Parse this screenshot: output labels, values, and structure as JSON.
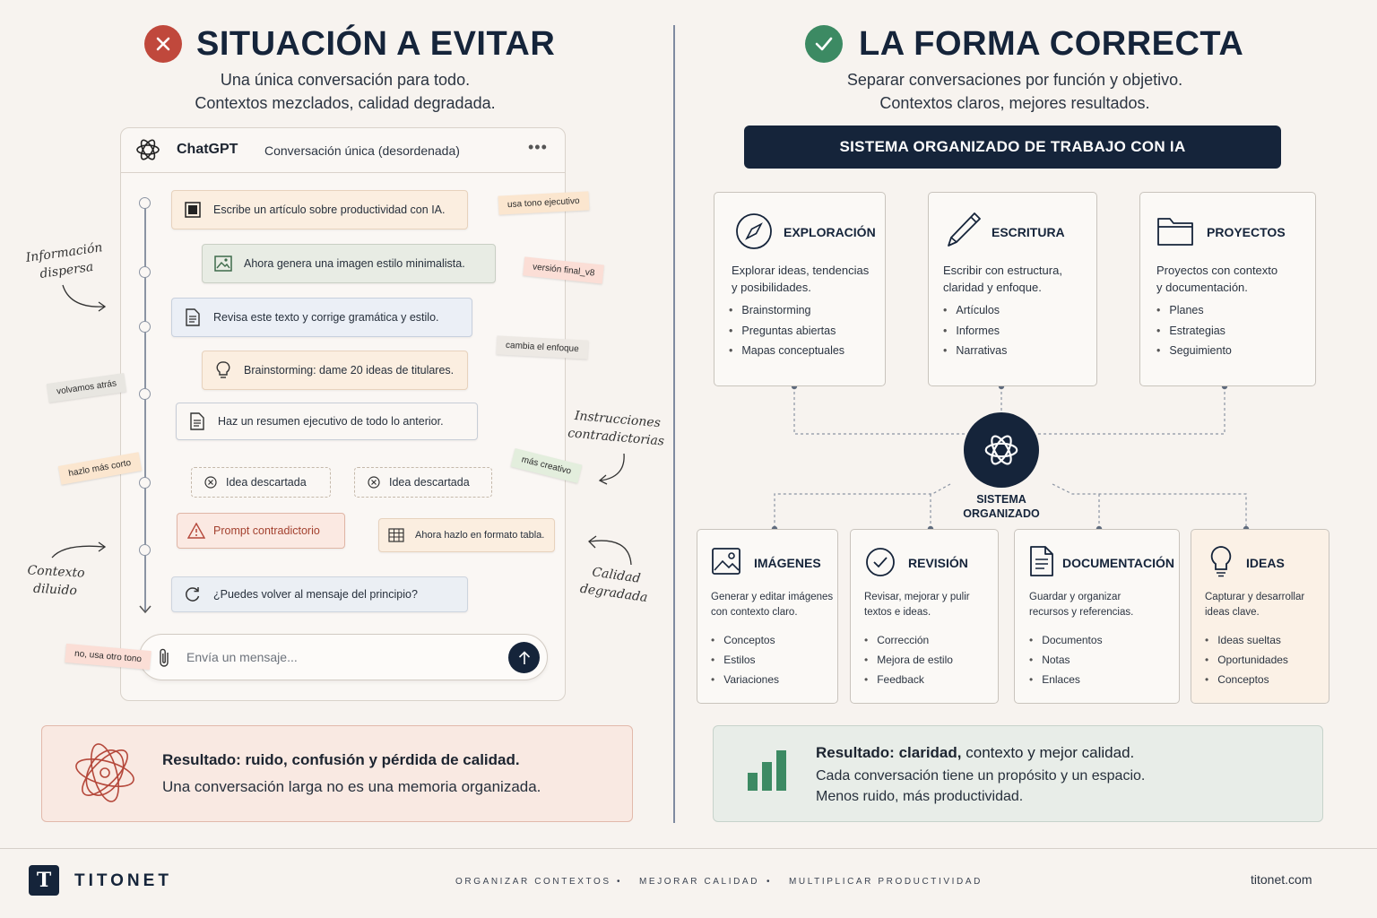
{
  "left": {
    "title": "SITUACIÓN A EVITAR",
    "subtitle_line1": "Una única conversación para todo.",
    "subtitle_line2": "Contextos mezclados, calidad degradada.",
    "chat": {
      "app_name": "ChatGPT",
      "conversation_title": "Conversación única (desordenada)",
      "messages": [
        "Escribe un artículo sobre productividad con IA.",
        "Ahora genera una imagen estilo minimalista.",
        "Revisa este texto y corrige gramática y estilo.",
        "Brainstorming: dame 20 ideas de titulares.",
        "Haz un resumen ejecutivo de todo lo anterior.",
        "Idea descartada",
        "Idea descartada",
        "Prompt contradictorio",
        "Ahora hazlo en formato tabla.",
        "¿Puedes volver al mensaje del principio?"
      ],
      "input_placeholder": "Envía un mensaje..."
    },
    "tags": [
      "usa tono ejecutivo",
      "versión final_v8",
      "cambia el enfoque",
      "volvamos atrás",
      "hazlo más corto",
      "más creativo",
      "no, usa otro tono"
    ],
    "notes": {
      "info_line1": "Información",
      "info_line2": "dispersa",
      "instr_line1": "Instrucciones",
      "instr_line2": "contradictorias",
      "ctx_line1": "Contexto",
      "ctx_line2": "diluido",
      "cal_line1": "Calidad",
      "cal_line2": "degradada"
    },
    "result_title": "Resultado: ruido, confusión y pérdida de calidad.",
    "result_text": "Una conversación larga no es una memoria organizada."
  },
  "right": {
    "title": "LA FORMA CORRECTA",
    "subtitle_line1": "Separar conversaciones por función y objetivo.",
    "subtitle_line2": "Contextos claros, mejores resultados.",
    "banner": "SISTEMA ORGANIZADO DE TRABAJO CON IA",
    "center_label_line1": "SISTEMA",
    "center_label_line2": "ORGANIZADO",
    "top_cards": [
      {
        "title": "EXPLORACIÓN",
        "desc_line1": "Explorar ideas, tendencias",
        "desc_line2": "y posibilidades.",
        "items": [
          "Brainstorming",
          "Preguntas abiertas",
          "Mapas conceptuales"
        ],
        "icon": "compass-icon"
      },
      {
        "title": "ESCRITURA",
        "desc_line1": "Escribir con estructura,",
        "desc_line2": "claridad y enfoque.",
        "items": [
          "Artículos",
          "Informes",
          "Narrativas"
        ],
        "icon": "pencil-icon"
      },
      {
        "title": "PROYECTOS",
        "desc_line1": "Proyectos con contexto",
        "desc_line2": "y documentación.",
        "items": [
          "Planes",
          "Estrategias",
          "Seguimiento"
        ],
        "icon": "folder-icon"
      }
    ],
    "bottom_cards": [
      {
        "title": "IMÁGENES",
        "desc_line1": "Generar y editar imágenes",
        "desc_line2": "con contexto claro.",
        "items": [
          "Conceptos",
          "Estilos",
          "Variaciones"
        ],
        "icon": "image-icon"
      },
      {
        "title": "REVISIÓN",
        "desc_line1": "Revisar, mejorar y pulir",
        "desc_line2": "textos e ideas.",
        "items": [
          "Corrección",
          "Mejora de estilo",
          "Feedback"
        ],
        "icon": "check-circle-icon"
      },
      {
        "title": "DOCUMENTACIÓN",
        "desc_line1": "Guardar y organizar",
        "desc_line2": "recursos y referencias.",
        "items": [
          "Documentos",
          "Notas",
          "Enlaces"
        ],
        "icon": "document-icon"
      },
      {
        "title": "IDEAS",
        "desc_line1": "Capturar y desarrollar",
        "desc_line2": "ideas clave.",
        "items": [
          "Ideas sueltas",
          "Oportunidades",
          "Conceptos"
        ],
        "icon": "lightbulb-icon"
      }
    ],
    "result_title_bold": "Resultado:",
    "result_title_bold2": "claridad,",
    "result_title_rest": "contexto y mejor calidad.",
    "result_line2": "Cada conversación tiene un propósito y un espacio.",
    "result_line3": "Menos ruido, más productividad."
  },
  "footer": {
    "logo_letter": "T",
    "brand": "TITONET",
    "items": [
      "ORGANIZAR CONTEXTOS",
      "MEJORAR CALIDAD",
      "MULTIPLICAR PRODUCTIVIDAD"
    ],
    "separator": "•",
    "url": "titonet.com"
  },
  "colors": {
    "navy": "#15243a",
    "red": "#b5483b",
    "green": "#3c8a63",
    "background": "#f7f3ef"
  }
}
